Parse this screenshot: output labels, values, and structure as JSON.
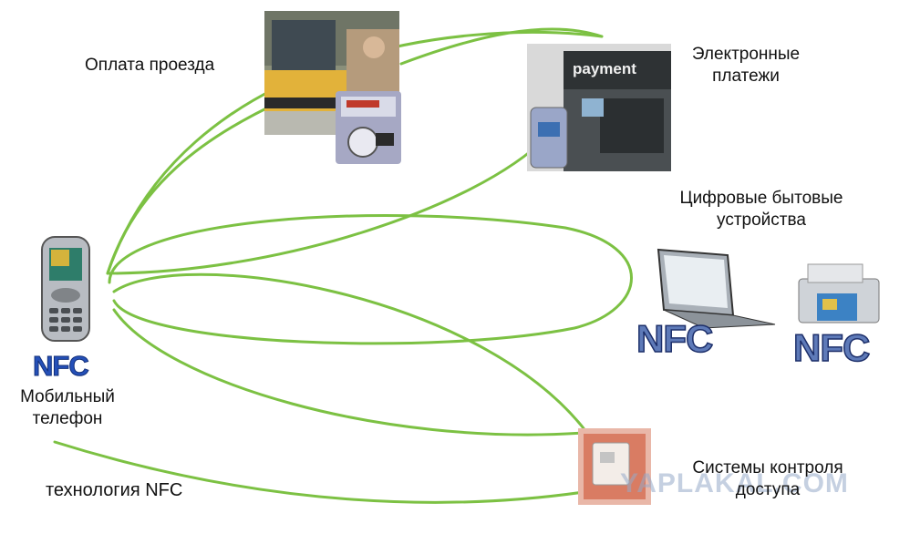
{
  "labels": {
    "fare_payment": "Оплата проезда",
    "e_payments_line1": "Электронные",
    "e_payments_line2": "платежи",
    "digital_devices_line1": "Цифровые бытовые",
    "digital_devices_line2": "устройства",
    "mobile_line1": "Мобильный",
    "mobile_line2": "телефон",
    "access_line1": "Системы контроля",
    "access_line2": "доступа",
    "technology": "технология NFC"
  },
  "badges": {
    "phone_nfc": "NFC",
    "laptop_nfc": "NFC",
    "printer_nfc": "NFC"
  },
  "terminal_sign": "payment",
  "watermark": "YAPLAKAL.COM",
  "colors": {
    "link_line": "#7cc143",
    "nfc_blue": "#1d3f9c"
  }
}
